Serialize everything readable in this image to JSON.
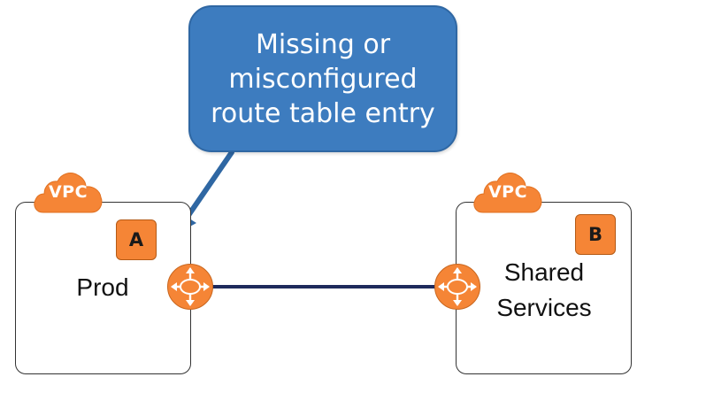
{
  "callout": {
    "lines": [
      "Missing or",
      "misconfigured",
      "route table entry"
    ]
  },
  "vpc_a": {
    "badge": "VPC",
    "instance": "A",
    "name": "Prod"
  },
  "vpc_b": {
    "badge": "VPC",
    "instance": "B",
    "name_lines": [
      "Shared",
      "Services"
    ]
  },
  "icons": {
    "vpc_badge": "cloud-icon",
    "router": "router-icon",
    "instance": "instance-icon"
  },
  "colors": {
    "callout_fill": "#3d7cbf",
    "arrow": "#2f67a3",
    "aws_orange": "#f58536",
    "peering_line": "#1f2a5c"
  }
}
